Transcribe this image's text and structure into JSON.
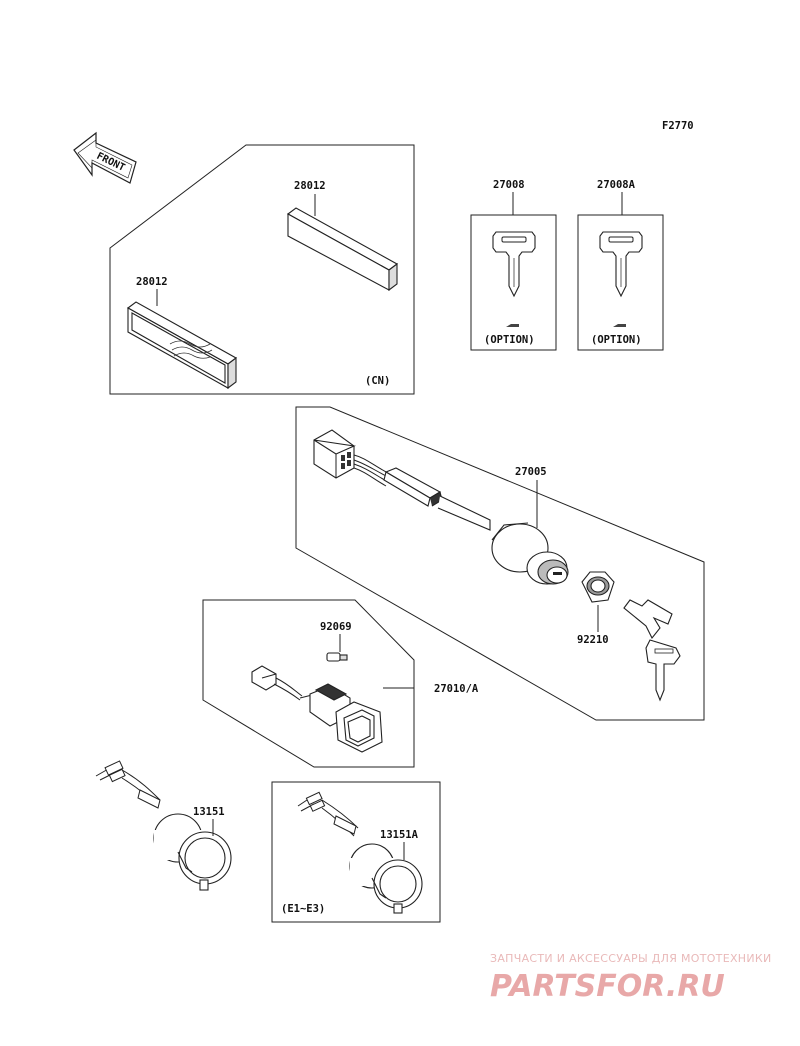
{
  "diagram_code": "F2770",
  "front_arrow": "FRONT",
  "labels": {
    "p28012_top": "28012",
    "p28012_bottom": "28012",
    "cn_note": "(CN)",
    "p27008": "27008",
    "p27008a": "27008A",
    "option_1": "(OPTION)",
    "option_2": "(OPTION)",
    "p27005": "27005",
    "p92210": "92210",
    "p92069": "92069",
    "p27010": "27010/A",
    "p13151": "13151",
    "p13151a": "13151A",
    "e_note": "(E1~E3)"
  },
  "watermark": {
    "line1": "ЗАПЧАСТИ И АКСЕССУАРЫ ДЛЯ МОТОТЕХНИКИ",
    "line2": "PARTSFOR.RU"
  },
  "colors": {
    "line": "#222222",
    "watermark": "#e8a8a8"
  }
}
